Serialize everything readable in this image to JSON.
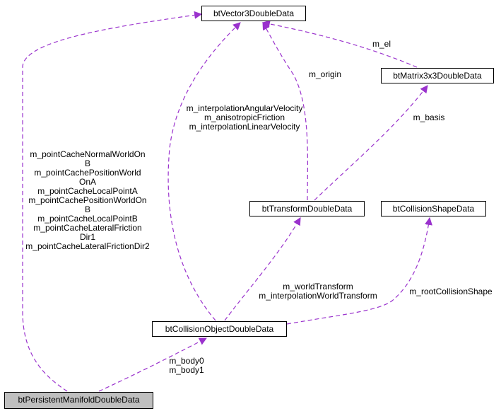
{
  "nodes": {
    "vec3": "btVector3DoubleData",
    "mat3": "btMatrix3x3DoubleData",
    "transform": "btTransformDoubleData",
    "shape": "btCollisionShapeData",
    "colobj": "btCollisionObjectDoubleData",
    "manifold": "btPersistentManifoldDoubleData"
  },
  "edges": {
    "mat3_to_vec3": [
      "m_el"
    ],
    "transform_to_vec3": [
      "m_origin"
    ],
    "transform_to_mat3": [
      "m_basis"
    ],
    "colobj_to_vec3": [
      "m_interpolationAngularVelocity",
      "m_anisotropicFriction",
      "m_interpolationLinearVelocity"
    ],
    "colobj_to_transform": [
      "m_worldTransform",
      "m_interpolationWorldTransform"
    ],
    "colobj_to_shape": [
      "m_rootCollisionShape"
    ],
    "manifold_to_colobj": [
      "m_body0",
      "m_body1"
    ],
    "manifold_to_vec3": [
      "m_pointCacheNormalWorldOn",
      "B",
      "m_pointCachePositionWorld",
      "OnA",
      "m_pointCacheLocalPointA",
      "m_pointCachePositionWorldOn",
      "B",
      "m_pointCacheLocalPointB",
      "m_pointCacheLateralFriction",
      "Dir1",
      "m_pointCacheLateralFrictionDir2"
    ]
  },
  "colors": {
    "edge": "#9a32cd",
    "node_border": "#000000",
    "highlight_fill": "#bfbfbf"
  }
}
